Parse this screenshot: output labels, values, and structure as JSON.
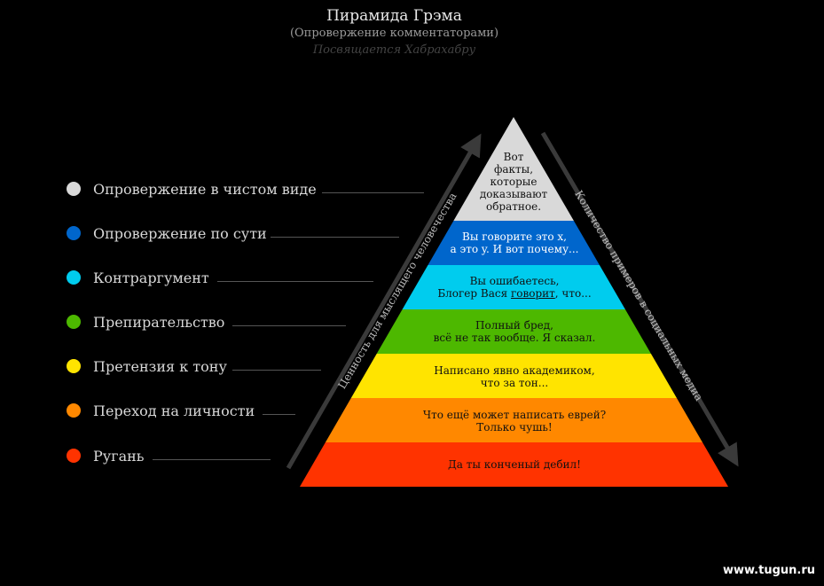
{
  "header": {
    "title": "Пирамида Грэма",
    "subtitle": "(Опровержение комментаторами)",
    "dedication": "Посвящается Хабрахабру"
  },
  "legend": [
    {
      "label": "Опровержение в чистом виде",
      "color": "#d9d9d9"
    },
    {
      "label": "Опровержение по сути",
      "color": "#0066cc"
    },
    {
      "label": "Контраргумент",
      "color": "#00ccee"
    },
    {
      "label": "Препирательство",
      "color": "#4db800"
    },
    {
      "label": "Претензия к тону",
      "color": "#ffe400"
    },
    {
      "label": "Переход на личности",
      "color": "#ff8800"
    },
    {
      "label": "Ругань",
      "color": "#ff3300"
    }
  ],
  "levels": [
    {
      "lines": [
        "Вот",
        "факты,",
        "которые",
        "доказывают",
        "обратное."
      ],
      "color": "#d9d9d9"
    },
    {
      "lines": [
        "Вы говорите это x,",
        "а это y. И вот почему..."
      ],
      "color": "#0066cc"
    },
    {
      "lines": [
        "Вы ошибаетесь,",
        "Блогер Вася говорит, что..."
      ],
      "color": "#00ccee"
    },
    {
      "lines": [
        "Полный бред,",
        "всё не так вообще. Я сказал."
      ],
      "color": "#4db800"
    },
    {
      "lines": [
        "Написано явно академиком,",
        "что за тон..."
      ],
      "color": "#ffe400"
    },
    {
      "lines": [
        "Что ещё может написать еврей?",
        "Только чушь!"
      ],
      "color": "#ff8800"
    },
    {
      "lines": [
        "Да ты конченый дебил!"
      ],
      "color": "#ff3300"
    }
  ],
  "axes": {
    "left": "Ценность для мыслящего человечества",
    "right": "Количество примеров в социальных медиа"
  },
  "watermark": "www.tugun.ru"
}
